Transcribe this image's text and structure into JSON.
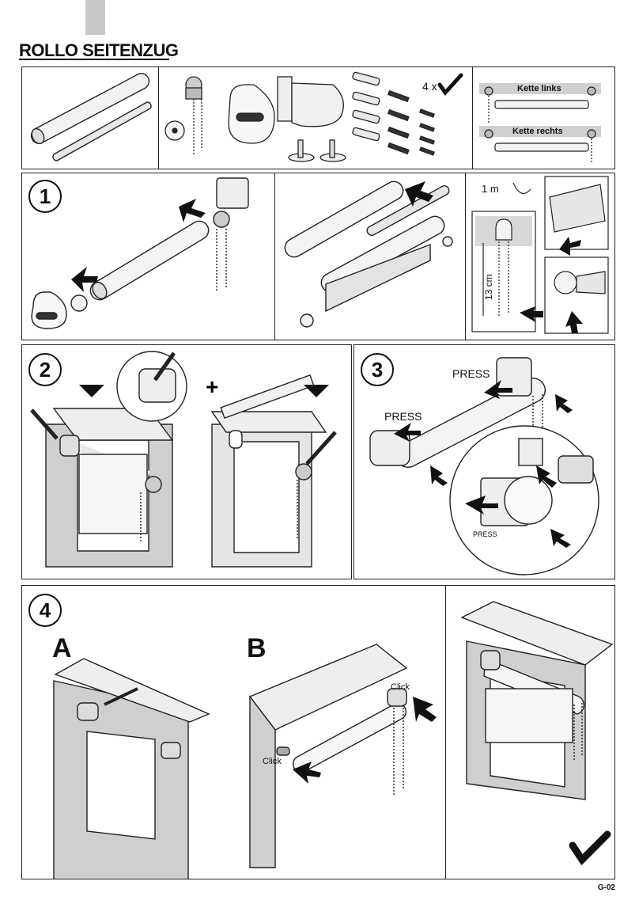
{
  "header": {
    "title": "ROLLO SEITENZUG"
  },
  "parts": {
    "quantity": "4 x",
    "kette_links": "Kette links",
    "kette_rechts": "Kette rechts"
  },
  "steps": {
    "s1": {
      "number": "1",
      "measure_1m": "1 m",
      "measure_13cm": "13 cm"
    },
    "s2": {
      "number": "2"
    },
    "s3": {
      "number": "3",
      "press_a": "PRESS",
      "press_b": "PRESS",
      "press_c": "PRESS"
    },
    "s4": {
      "number": "4",
      "variant_a": "A",
      "variant_b": "B",
      "click_a": "Click",
      "click_b": "Click"
    }
  },
  "footer": {
    "code": "G-02"
  }
}
